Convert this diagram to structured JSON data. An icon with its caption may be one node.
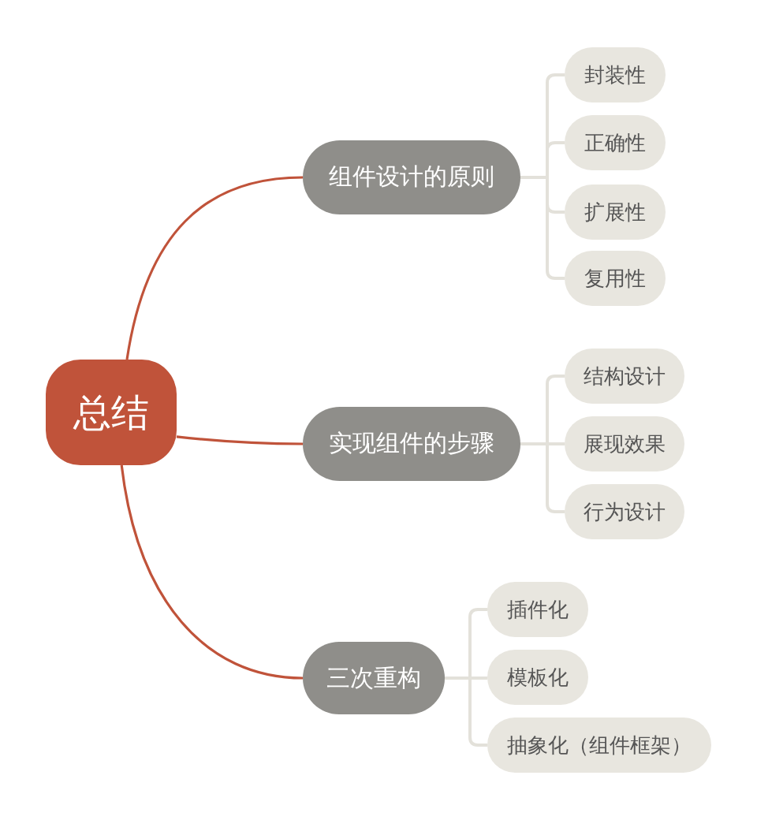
{
  "diagram": {
    "nodes": [
      {
        "text": [
          "总结"
        ]
      },
      {
        "text": [
          "组件设计的原则"
        ]
      },
      {
        "text": [
          "封装性"
        ]
      },
      {
        "text": [
          "正确性"
        ]
      },
      {
        "text": [
          "扩展性"
        ]
      },
      {
        "text": [
          "复用性"
        ]
      },
      {
        "text": [
          "实现组件的步骤"
        ]
      },
      {
        "text": [
          "结构设计"
        ]
      },
      {
        "text": [
          "展现效果"
        ]
      },
      {
        "text": [
          "行为设计"
        ]
      },
      {
        "text": [
          "三次重构"
        ]
      },
      {
        "text": [
          "插件化"
        ]
      },
      {
        "text": [
          "模板化"
        ]
      },
      {
        "text": [
          "抽象化（组件框架）"
        ]
      }
    ],
    "edges": [
      {
        "from": 0,
        "to": 1,
        "arrow": "none",
        "color": "#c0533a"
      },
      {
        "from": 1,
        "to": 2,
        "arrow": "none"
      },
      {
        "from": 1,
        "to": 3,
        "arrow": "none"
      },
      {
        "from": 1,
        "to": 4,
        "arrow": "none"
      },
      {
        "from": 1,
        "to": 5,
        "arrow": "none"
      },
      {
        "from": 0,
        "to": 6,
        "arrow": "none",
        "color": "#c0533a"
      },
      {
        "from": 6,
        "to": 7,
        "arrow": "none"
      },
      {
        "from": 6,
        "to": 8,
        "arrow": "none"
      },
      {
        "from": 6,
        "to": 9,
        "arrow": "none"
      },
      {
        "from": 0,
        "to": 10,
        "arrow": "none",
        "color": "#c0533a"
      },
      {
        "from": 10,
        "to": 11,
        "arrow": "none"
      },
      {
        "from": 10,
        "to": 12,
        "arrow": "none"
      },
      {
        "from": 10,
        "to": 13,
        "arrow": "none"
      }
    ]
  }
}
